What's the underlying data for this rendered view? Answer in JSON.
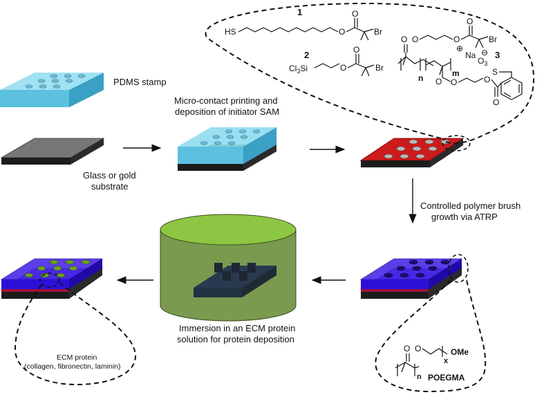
{
  "labels": {
    "pdms": "PDMS stamp",
    "substrate_line1": "Glass or gold",
    "substrate_line2": "substrate",
    "mcp_line1": "Micro-contact printing and",
    "mcp_line2": "deposition of initiator SAM",
    "atrp_line1": "Controlled polymer brush",
    "atrp_line2": "growth via ATRP",
    "immersion_line1": "Immersion in an ECM protein",
    "immersion_line2": "solution for protein deposition",
    "ecm_line1": "ECM protein",
    "ecm_line2": "(collagen, fibronectin, laminin)",
    "poegma": "POEGMA"
  },
  "compounds": {
    "c1": {
      "number": "1",
      "hs": "HS",
      "br": "Br"
    },
    "c2": {
      "number": "2",
      "cl": "Cl",
      "cl_sub": "3",
      "si": "Si",
      "br": "Br"
    },
    "c3": {
      "number": "3",
      "br": "Br",
      "n": "n",
      "m": "m",
      "na": "Na",
      "o3": "O",
      "o3_sub": "3",
      "o3_sup": "⊖",
      "s": "S",
      "plus": "⊕",
      "o": "O"
    },
    "poegma": {
      "o": "O",
      "ome": "OMe",
      "x": "x",
      "n": "n"
    }
  },
  "colors": {
    "pdms": "#7fd3ea",
    "pdms_dark": "#4aa6c4",
    "substrate": "#5a5a5a",
    "substrate_edge": "#1a1a1a",
    "initiator": "#cc1b1b",
    "brush": "#2c10d8",
    "protein": "#6aa02a",
    "solution": "#8dbf3a"
  }
}
